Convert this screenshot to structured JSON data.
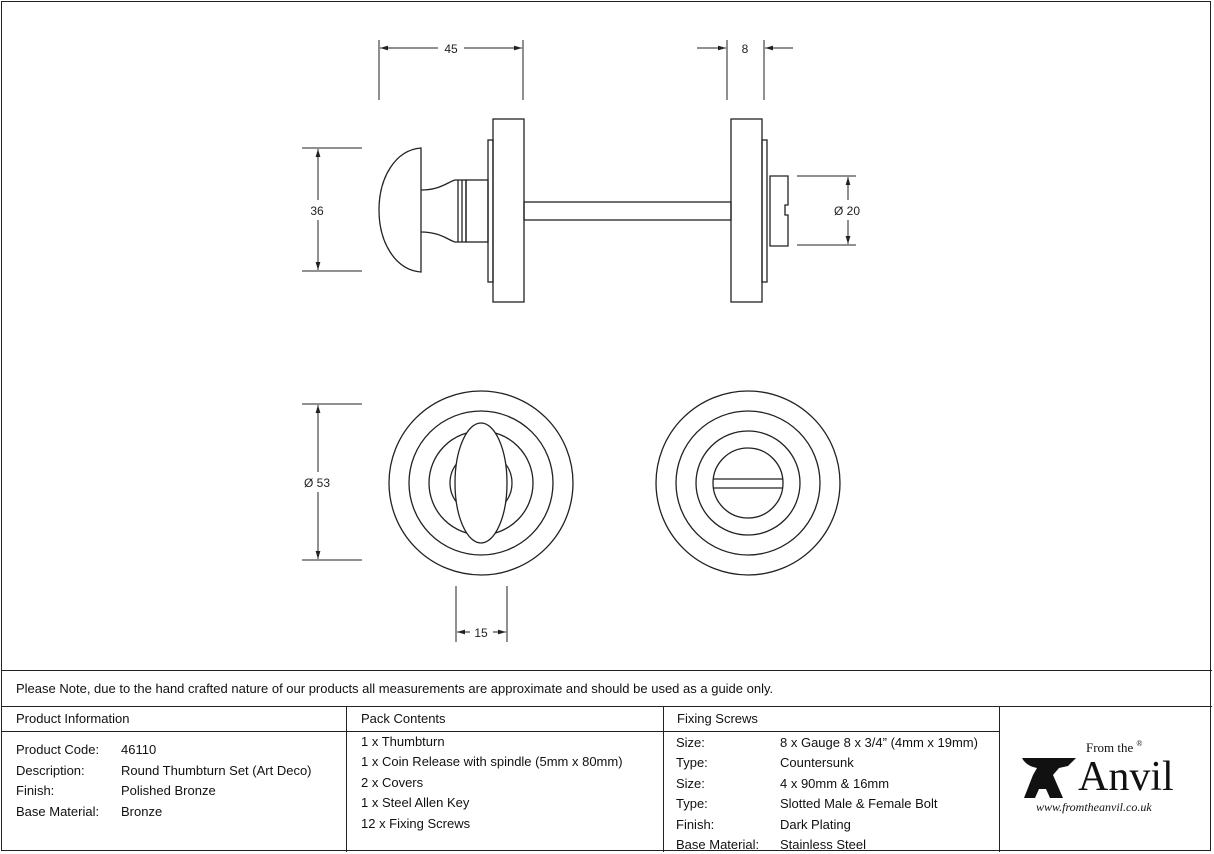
{
  "dimensions": {
    "thumbturn_depth": "45",
    "release_depth": "8",
    "knob_height": "36",
    "bolt_diameter": "Ø 20",
    "rose_diameter": "Ø 53",
    "turn_width": "15"
  },
  "note": "Please Note, due to the hand crafted nature of our products all measurements are approximate and should be used as a guide only.",
  "product_info": {
    "heading": "Product Information",
    "rows": [
      {
        "label": "Product Code:",
        "value": "46110"
      },
      {
        "label": "Description:",
        "value": "Round Thumbturn Set (Art Deco)"
      },
      {
        "label": "Finish:",
        "value": "Polished Bronze"
      },
      {
        "label": "Base Material:",
        "value": "Bronze"
      }
    ]
  },
  "pack_contents": {
    "heading": "Pack Contents",
    "items": [
      "1 x Thumbturn",
      "1 x Coin Release with spindle (5mm x 80mm)",
      "2 x Covers",
      "1 x Steel Allen Key",
      "12 x Fixing Screws"
    ]
  },
  "fixing_screws": {
    "heading": "Fixing Screws",
    "rows": [
      {
        "label": "Size:",
        "value": "8 x Gauge 8 x 3/4” (4mm x 19mm)"
      },
      {
        "label": "Type:",
        "value": "Countersunk"
      },
      {
        "label": "Size:",
        "value": "4 x 90mm & 16mm"
      },
      {
        "label": "Type:",
        "value": "Slotted Male & Female Bolt"
      },
      {
        "label": "Finish:",
        "value": "Dark Plating"
      },
      {
        "label": "Base Material:",
        "value": "Stainless Steel"
      }
    ]
  },
  "logo": {
    "from_the": "From the",
    "brand": "Anvil",
    "url": "www.fromtheanvil.co.uk",
    "registered": "®"
  }
}
